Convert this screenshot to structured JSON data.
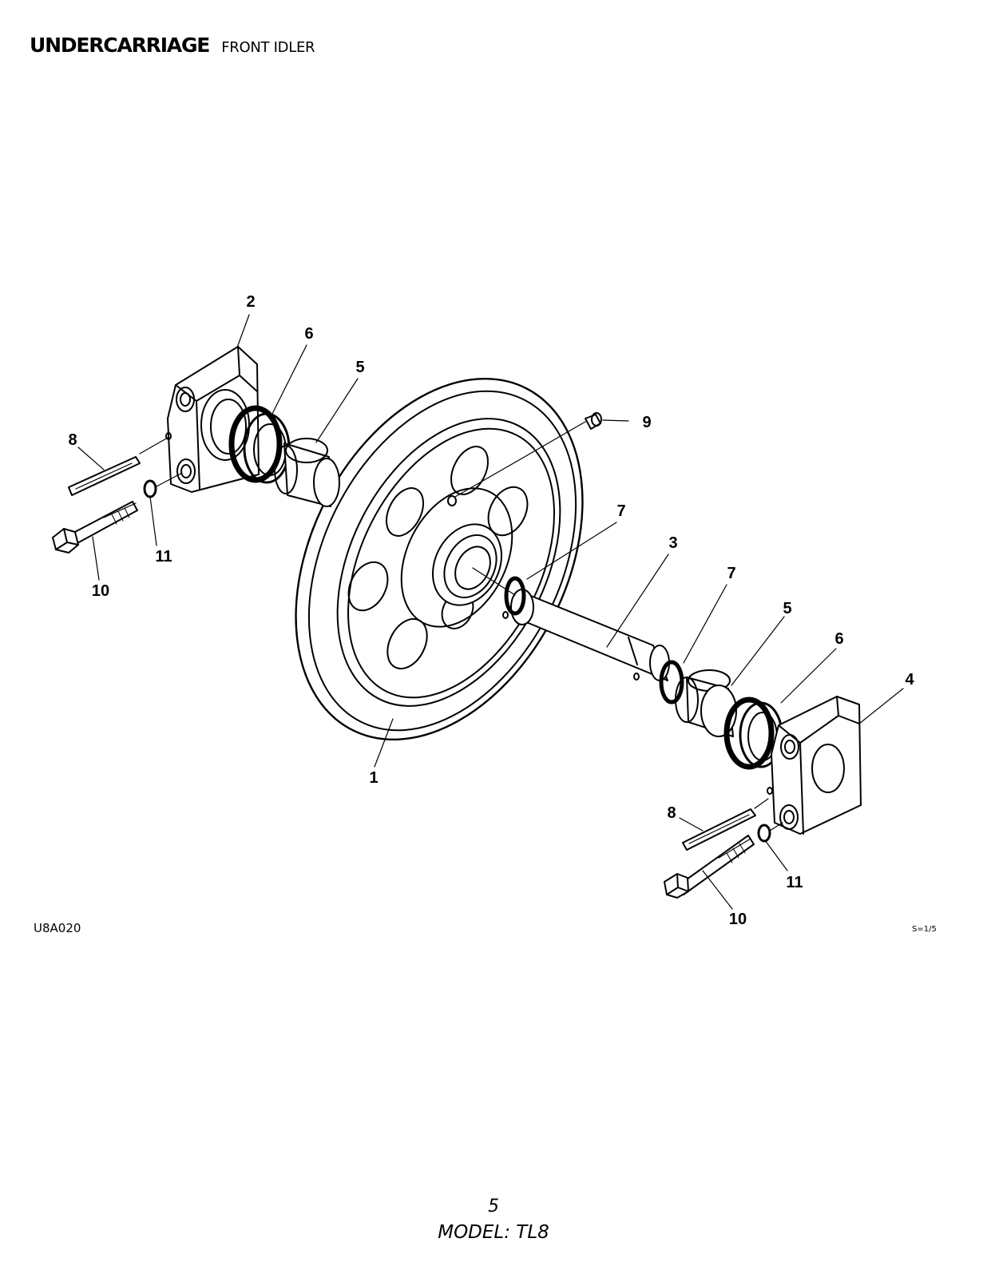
{
  "header": {
    "section": "UNDERCARRIAGE",
    "subsection": "FRONT IDLER"
  },
  "diagram": {
    "drawing_code": "U8A020",
    "scale": "S=1/5",
    "callouts": {
      "c2": "2",
      "c6a": "6",
      "c5a": "5",
      "c9": "9",
      "c8a": "8",
      "c11a": "11",
      "c10a": "10",
      "c7a": "7",
      "c3": "3",
      "c7b": "7",
      "c5b": "5",
      "c6b": "6",
      "c4": "4",
      "c1": "1",
      "c8b": "8",
      "c11b": "11",
      "c10b": "10"
    }
  },
  "footer": {
    "page_number": "5",
    "model": "MODEL: TL8"
  }
}
